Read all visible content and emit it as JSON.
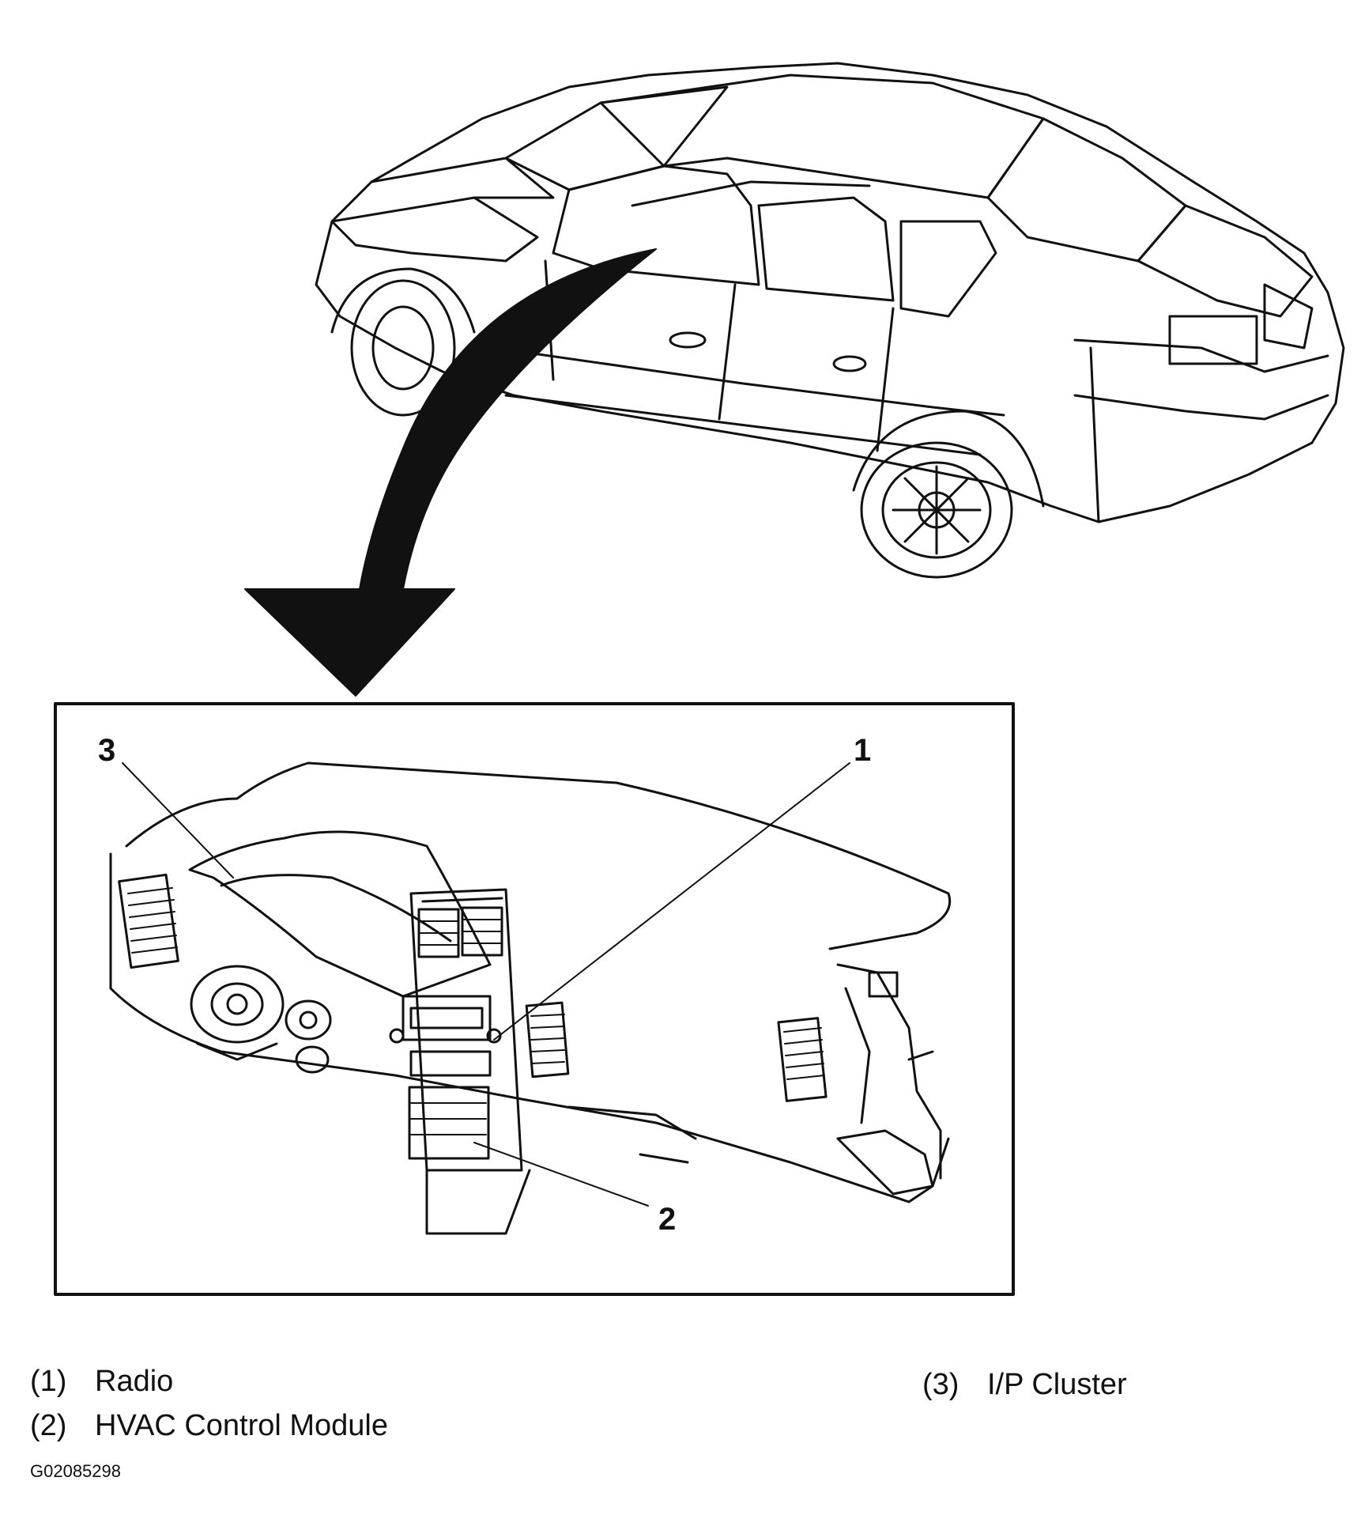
{
  "callouts": [
    {
      "num": "1",
      "label": "Radio"
    },
    {
      "num": "2",
      "label": "HVAC Control Module"
    },
    {
      "num": "3",
      "label": "I/P Cluster"
    }
  ],
  "legend": [
    {
      "num": "(1)",
      "label": "Radio"
    },
    {
      "num": "(2)",
      "label": "HVAC Control Module"
    },
    {
      "num": "(3)",
      "label": "I/P Cluster"
    }
  ],
  "figure_id": "G02085298",
  "colors": {
    "ink": "#111111",
    "paper": "#ffffff"
  },
  "icons": [
    "car-illustration",
    "locator-arrow-icon",
    "instrument-panel-illustration"
  ]
}
